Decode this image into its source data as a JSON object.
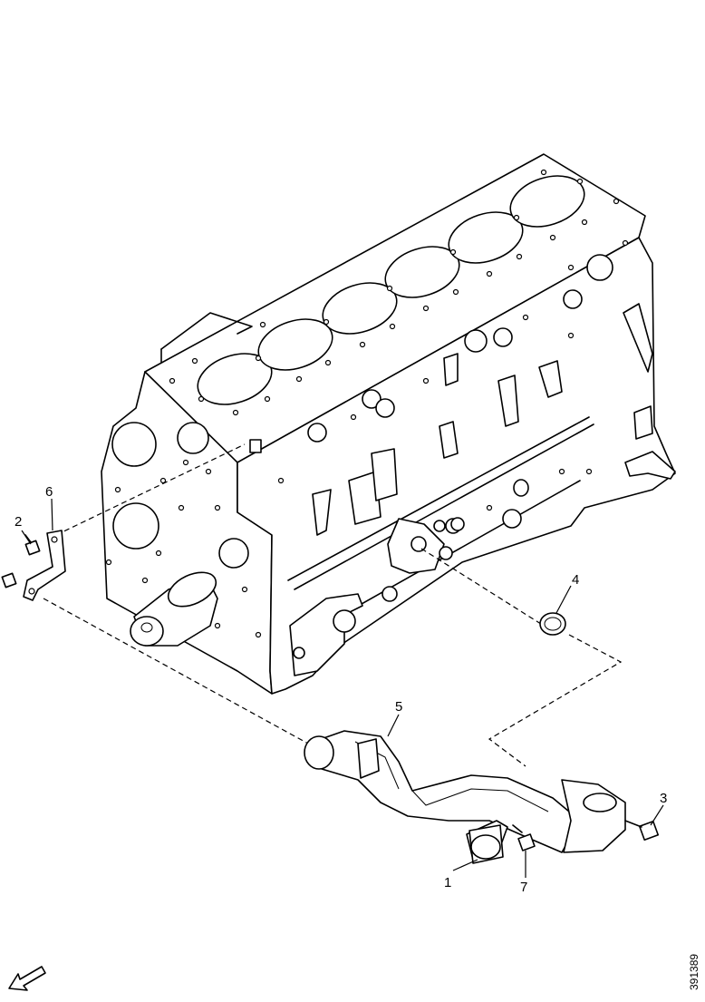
{
  "diagram": {
    "callouts": [
      {
        "id": "1",
        "label": "1"
      },
      {
        "id": "2",
        "label": "2"
      },
      {
        "id": "3",
        "label": "3"
      },
      {
        "id": "4",
        "label": "4"
      },
      {
        "id": "5",
        "label": "5"
      },
      {
        "id": "6",
        "label": "6"
      },
      {
        "id": "7",
        "label": "7"
      }
    ],
    "reference_code": "391389",
    "icons": {
      "orientation": "direction-arrow-icon"
    }
  }
}
